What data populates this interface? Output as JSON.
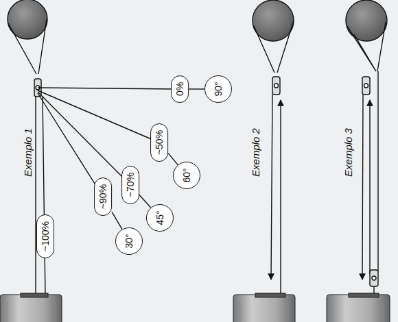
{
  "diagram": {
    "nodes": [
      {
        "text": [
          "0%"
        ]
      },
      {
        "text": [
          "90°"
        ]
      },
      {
        "text": [
          "~50%"
        ]
      },
      {
        "text": [
          "60°"
        ]
      },
      {
        "text": [
          "~70%"
        ]
      },
      {
        "text": [
          "45°"
        ]
      },
      {
        "text": [
          "~90%"
        ]
      },
      {
        "text": [
          "30°"
        ]
      },
      {
        "text": [
          "~100%"
        ]
      }
    ],
    "edges": [
      {
        "from": 0,
        "to": 1,
        "arrow": "none"
      },
      {
        "from": 2,
        "to": 3,
        "arrow": "none"
      },
      {
        "from": 4,
        "to": 5,
        "arrow": "none"
      },
      {
        "from": 6,
        "to": 7,
        "arrow": "none"
      }
    ],
    "labels": [
      "Exemplo 1",
      "Exemplo 2",
      "Exemplo 3"
    ]
  }
}
